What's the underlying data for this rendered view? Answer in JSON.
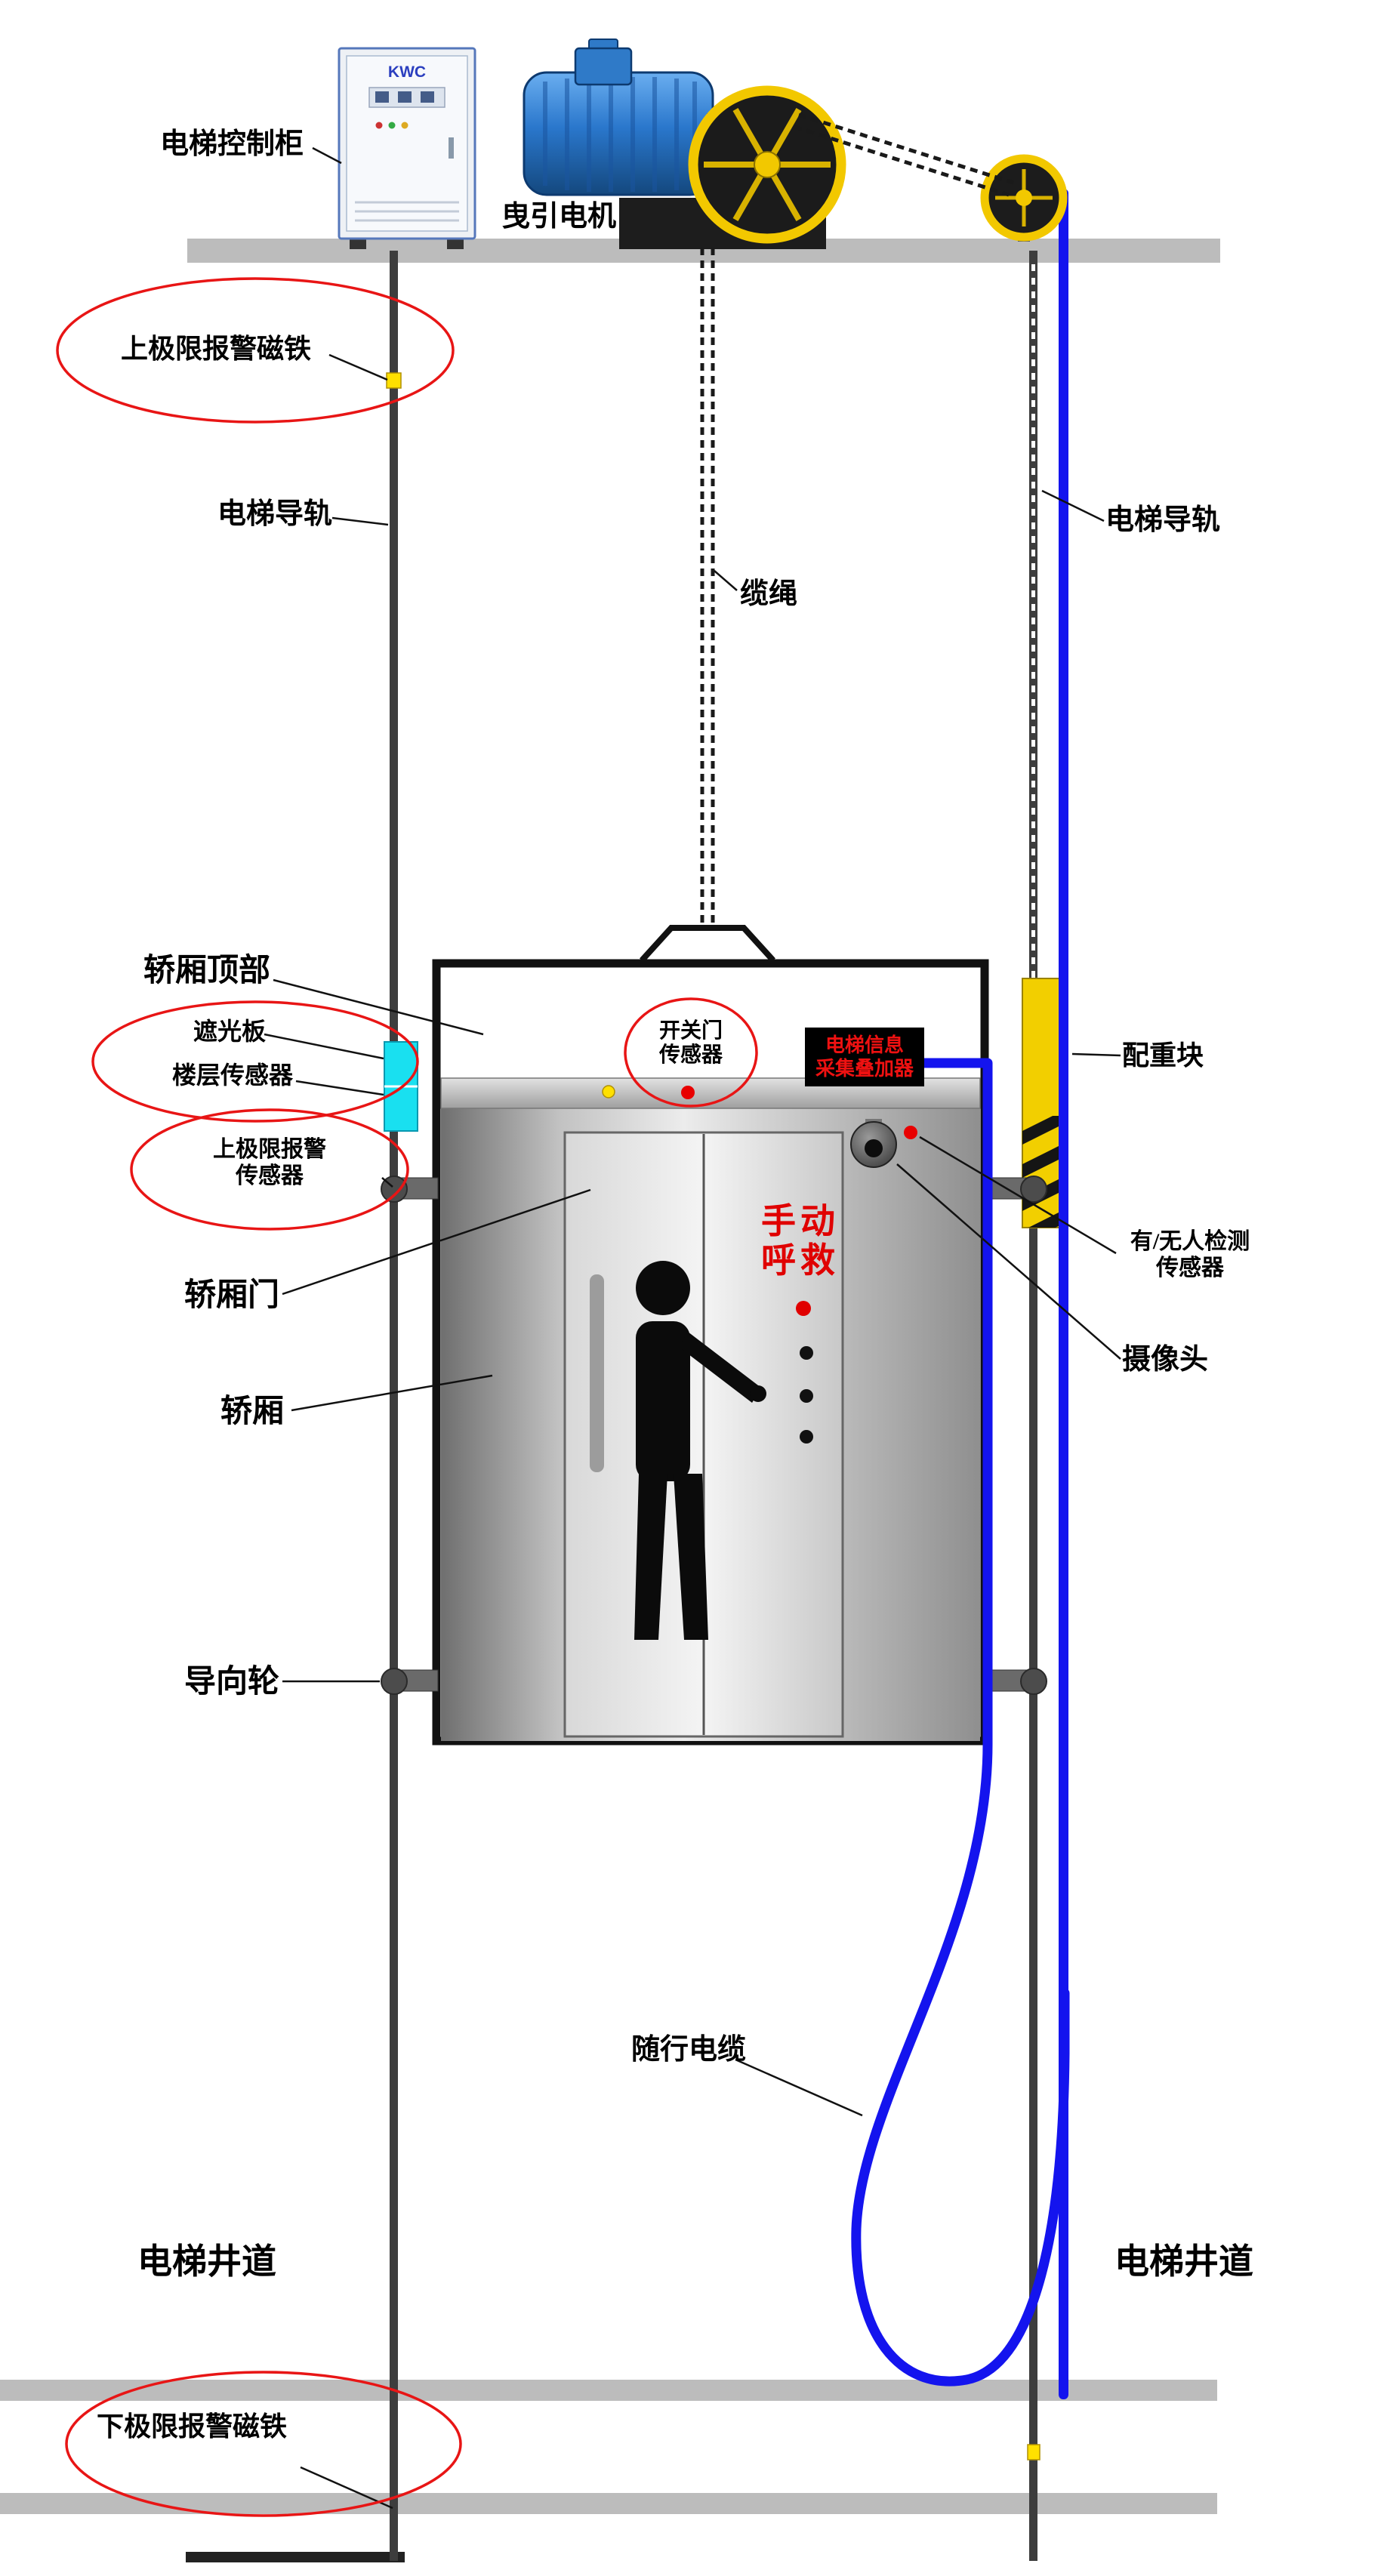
{
  "colors": {
    "cable_blue": "#1414ee",
    "alert_red": "#e81515",
    "counterweight_yellow": "#f2cf00",
    "motor_blue": "#2b7fd4",
    "sensor_cyan": "#19e0f0",
    "structure_gray": "#bcbcbc"
  },
  "cabinet": {
    "brand": "KWC"
  },
  "labels": {
    "control_cabinet": "电梯控制柜",
    "traction_motor": "曳引电机",
    "upper_limit_magnet": "上极限报警磁铁",
    "guide_rail_left": "电梯导轨",
    "guide_rail_right": "电梯导轨",
    "rope": "缆绳",
    "car_top": "轿厢顶部",
    "light_shield": "遮光板",
    "floor_sensor": "楼层传感器",
    "upper_limit_sensor_line1": "上极限报警",
    "upper_limit_sensor_line2": "传感器",
    "door_sensor_line1": "开关门",
    "door_sensor_line2": "传感器",
    "info_overlay_line1": "电梯信息",
    "info_overlay_line2": "采集叠加器",
    "counterweight": "配重块",
    "car_door": "轿厢门",
    "manual_call_line1": "手动",
    "manual_call_line2": "呼救",
    "presence_sensor_line1": "有/无人检测",
    "presence_sensor_line2": "传感器",
    "camera": "摄像头",
    "car": "轿厢",
    "guide_wheel": "导向轮",
    "traveling_cable": "随行电缆",
    "shaft_left": "电梯井道",
    "shaft_right": "电梯井道",
    "lower_limit_magnet": "下极限报警磁铁"
  }
}
